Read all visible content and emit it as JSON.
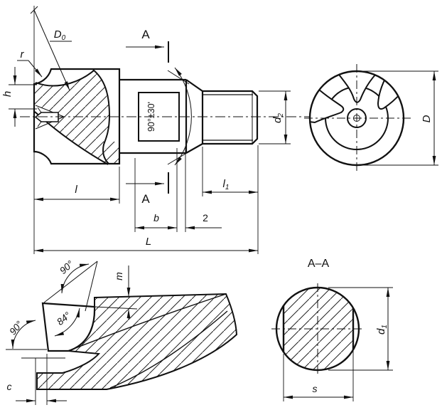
{
  "colors": {
    "line": "#111111",
    "background": "#ffffff"
  },
  "labels": {
    "blank_diameter_base": "D",
    "blank_diameter_sub": "0",
    "corner_radius": "r",
    "tooth_height": "h",
    "head_length": "l",
    "section_mark_top": "A",
    "section_mark_bottom": "A",
    "included_angle": "90°±30'",
    "shank_diameter_base": "d",
    "shank_diameter_sub": "2",
    "thread_length_base": "l",
    "thread_length_sub": "1",
    "flat_length": "b",
    "neck_width": "2",
    "overall_length": "L",
    "outside_diameter": "D",
    "land_height": "m",
    "back_taper": "c",
    "angle_top": "90°",
    "angle_mid": "84°",
    "angle_left": "90°",
    "section_title": "A–A",
    "core_diameter_base": "d",
    "core_diameter_sub": "1",
    "flat_width": "s"
  }
}
